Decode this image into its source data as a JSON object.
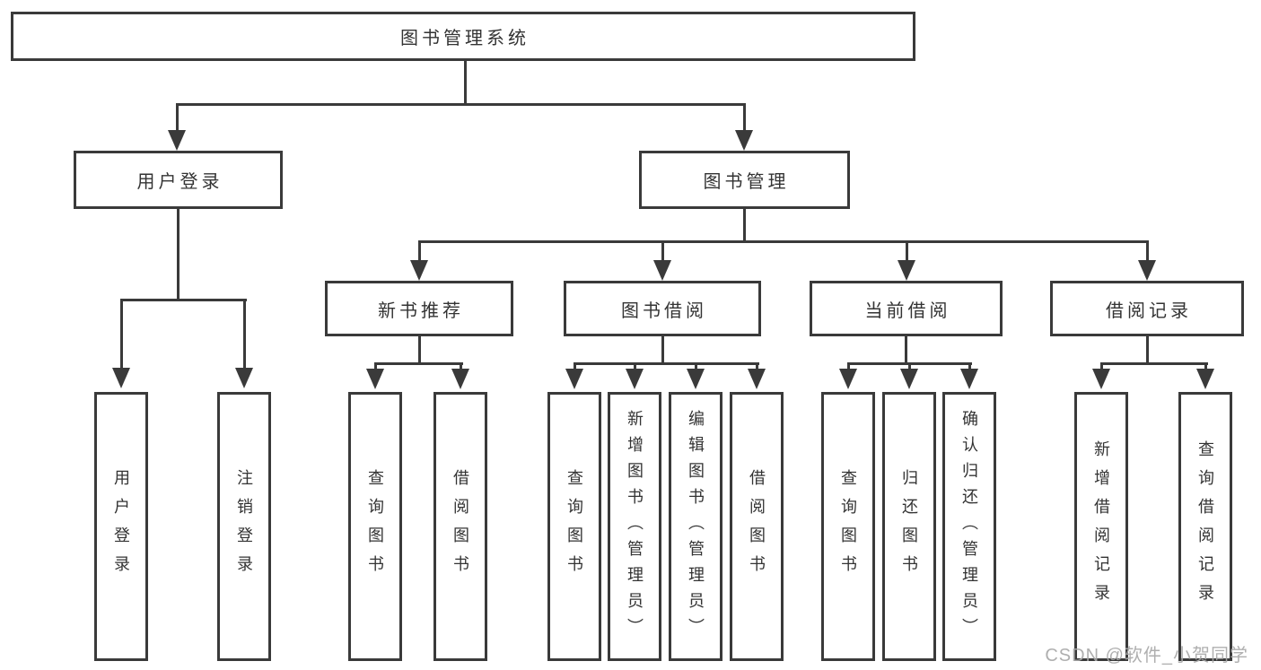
{
  "tree": {
    "root": {
      "label": "图书管理系统"
    },
    "branches": [
      {
        "label": "用户登录",
        "children": [
          {
            "label": "用户登录"
          },
          {
            "label": "注销登录"
          }
        ]
      },
      {
        "label": "图书管理",
        "children": [
          {
            "label": "新书推荐",
            "children": [
              {
                "label": "查询图书"
              },
              {
                "label": "借阅图书"
              }
            ]
          },
          {
            "label": "图书借阅",
            "children": [
              {
                "label": "查询图书"
              },
              {
                "label": "新增图书（管理员）"
              },
              {
                "label": "编辑图书（管理员）"
              },
              {
                "label": "借阅图书"
              }
            ]
          },
          {
            "label": "当前借阅",
            "children": [
              {
                "label": "查询图书"
              },
              {
                "label": "归还图书"
              },
              {
                "label": "确认归还（管理员）"
              }
            ]
          },
          {
            "label": "借阅记录",
            "children": [
              {
                "label": "新增借阅记录"
              },
              {
                "label": "查询借阅记录"
              }
            ]
          }
        ]
      }
    ]
  },
  "watermark": {
    "text": "CSDN @软件_小贺同学"
  },
  "colors": {
    "line": "#3a3a3a",
    "text": "#333333",
    "background": "#ffffff",
    "watermark": "#a8a8a8"
  }
}
